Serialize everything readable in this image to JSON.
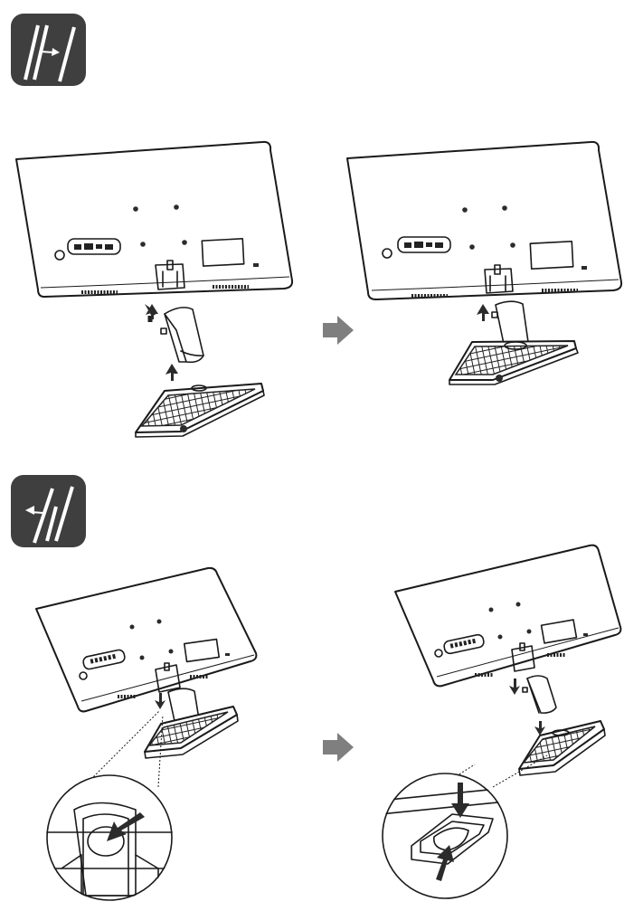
{
  "colors": {
    "icon_bg": "#3f3f3f",
    "line": "#1a1a1a",
    "step_arrow": "#7f7f7f",
    "background": "#ffffff"
  },
  "icons": {
    "attach_section": "attach-stand-icon",
    "detach_section": "detach-stand-icon"
  },
  "sections": [
    {
      "name": "install-stand",
      "steps": [
        "insert-neck-into-monitor",
        "attach-base-to-neck"
      ]
    },
    {
      "name": "remove-stand",
      "steps": [
        "release-stand-from-monitor",
        "release-base-from-neck"
      ]
    }
  ]
}
